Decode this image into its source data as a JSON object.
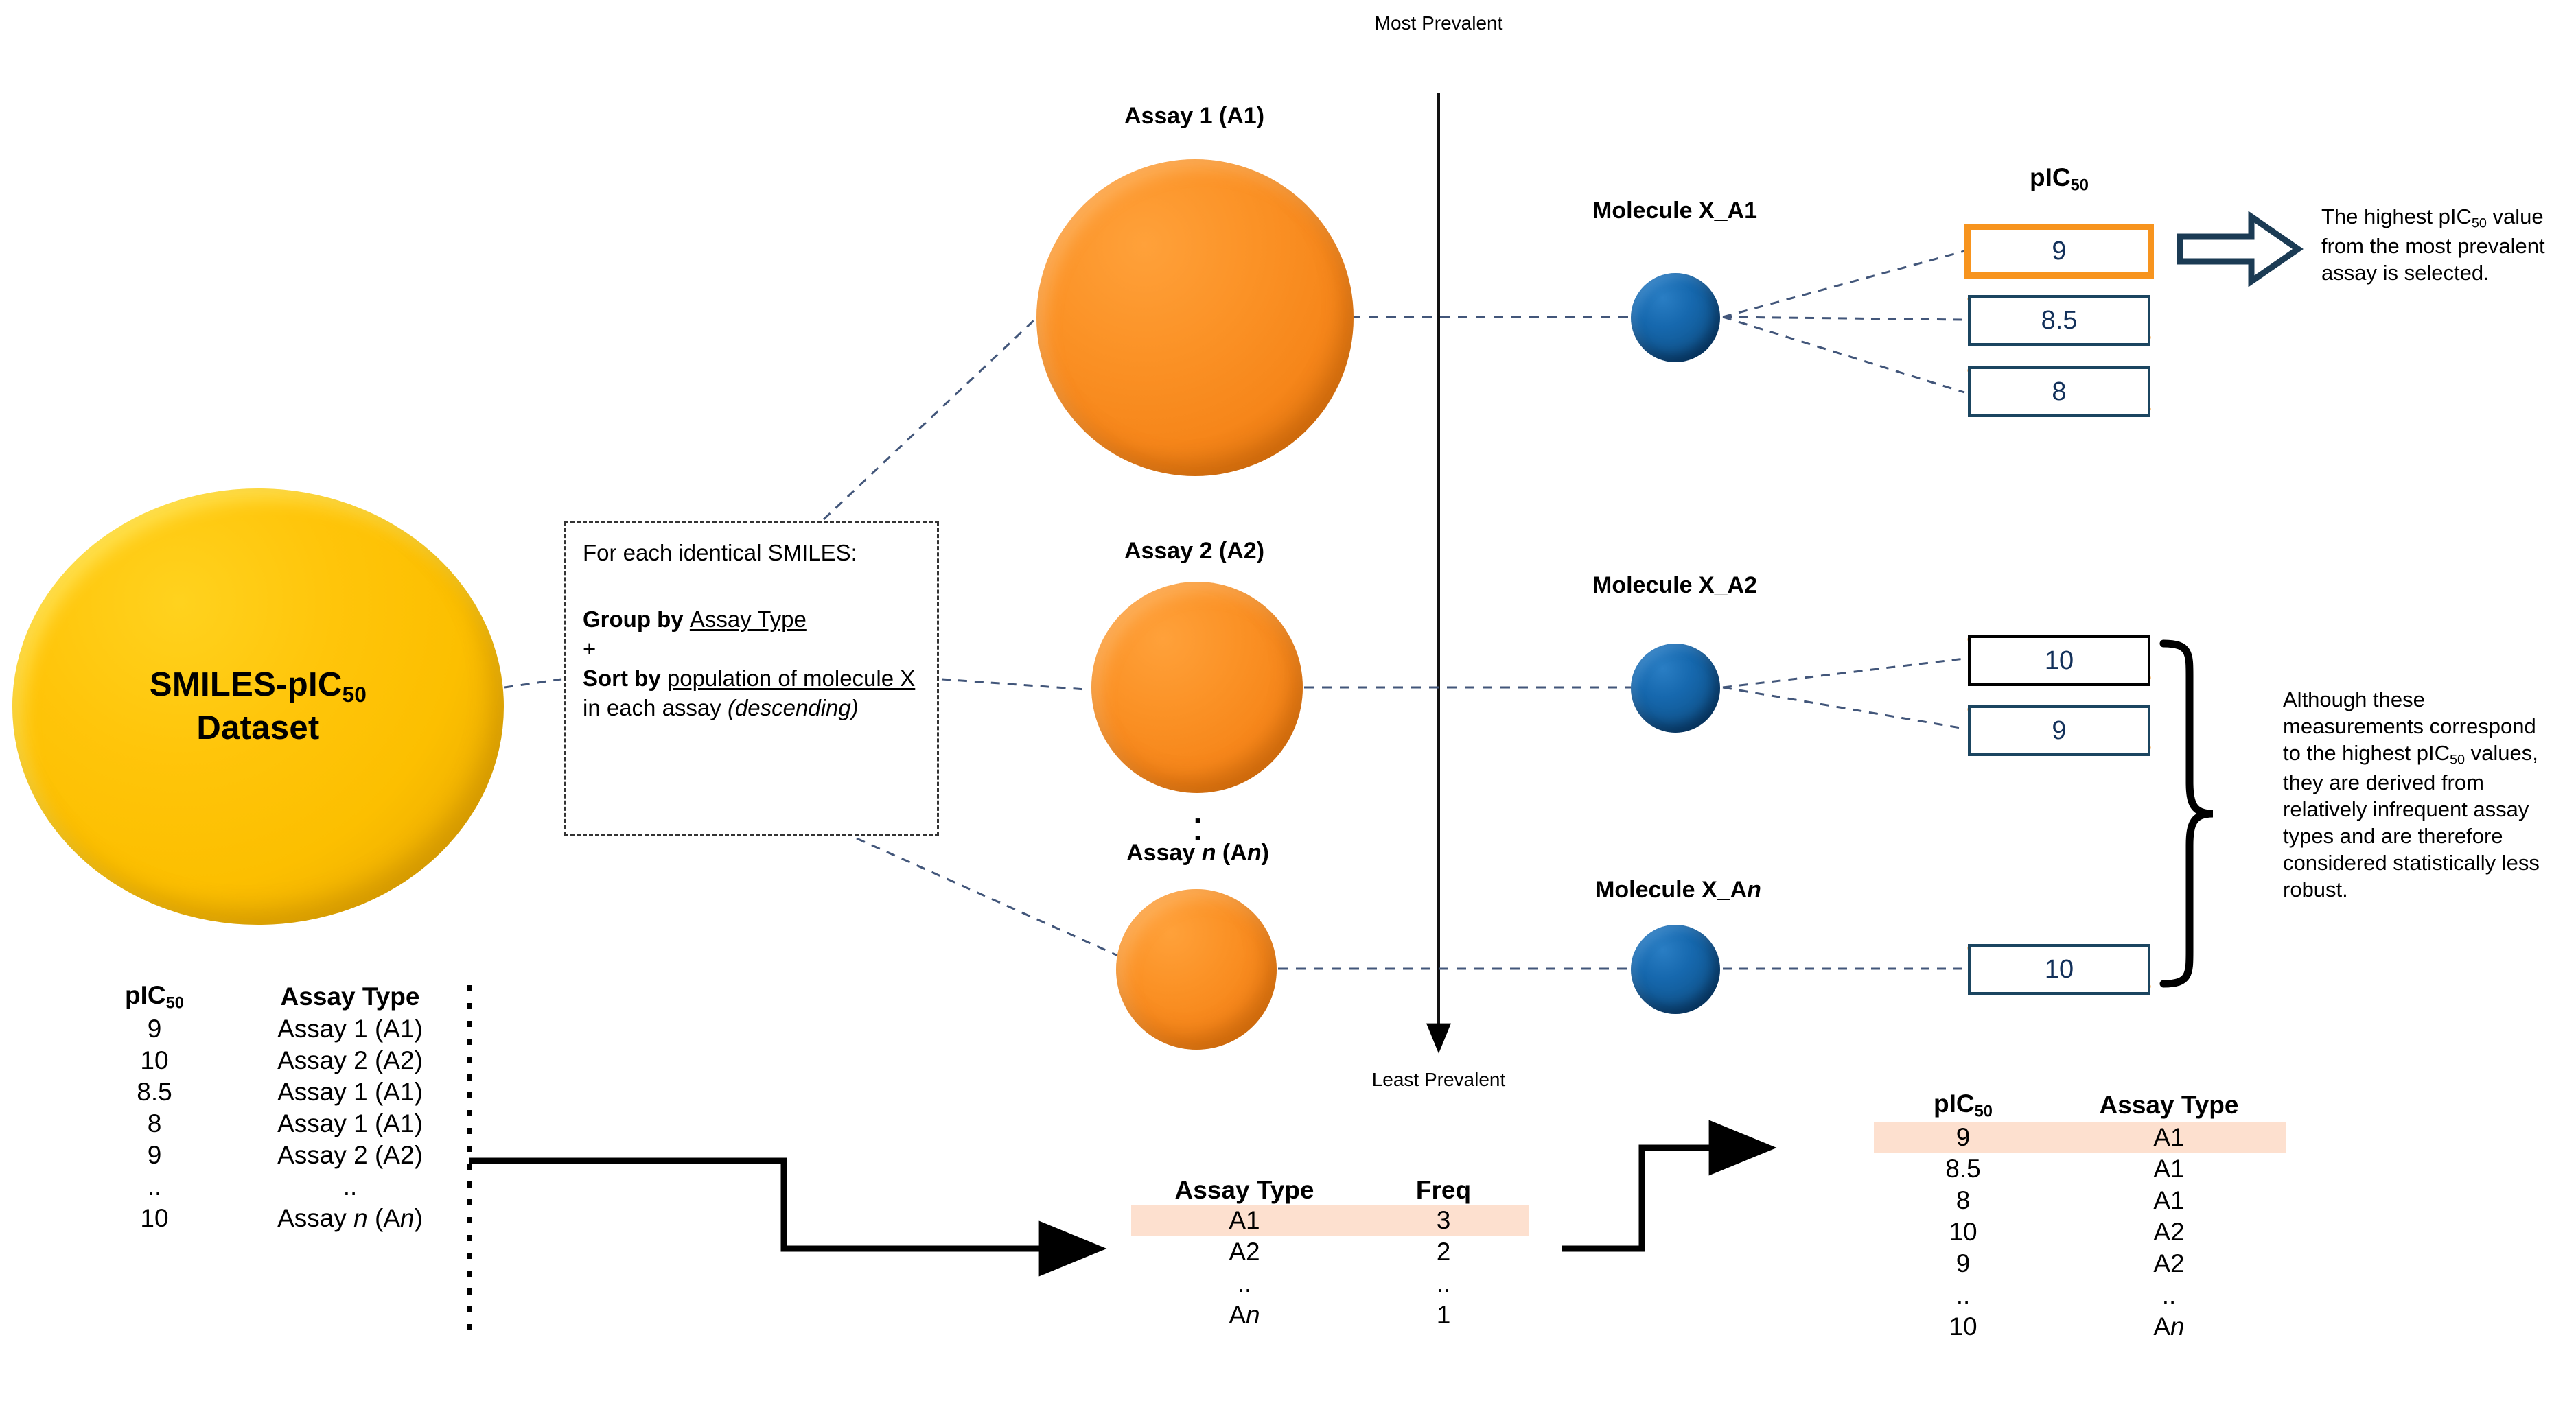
{
  "axis": {
    "top_label": "Most Prevalent",
    "bottom_label": "Least Prevalent"
  },
  "dataset_node": {
    "line1": "SMILES-pIC",
    "sub1": "50",
    "line2": "Dataset"
  },
  "instruction_box": {
    "intro": "For each identical SMILES:",
    "rule1_bold": "Group by ",
    "rule1_underline": "Assay Type",
    "plus": "+",
    "rule2_bold": "Sort by ",
    "rule2_underline_a": "population of molecule X",
    "rule2_rest": " in each assay",
    "rule2_italic": "(descending)"
  },
  "assays": [
    {
      "label_prefix": "Assay ",
      "label_n": "1",
      "label_suffix": " (A1)",
      "n_italic": false
    },
    {
      "label_prefix": "Assay ",
      "label_n": "2",
      "label_suffix": " (A2)",
      "n_italic": false
    },
    {
      "label_prefix": "Assay ",
      "label_n": "n",
      "label_suffix": " (An)",
      "n_italic": true
    }
  ],
  "assay_labels": {
    "a1": "Assay 1 (A1)",
    "a2": "Assay 2 (A2)",
    "an_pre": "Assay ",
    "an_it": "n",
    "an_mid": " (A",
    "an_it2": "n",
    "an_post": ")"
  },
  "molecules": {
    "m1": "Molecule X_A1",
    "m2": "Molecule X_A2",
    "mn_pre": "Molecule X_A",
    "mn_it": "n"
  },
  "pic50_header": {
    "text": "pIC",
    "sub": "50"
  },
  "value_groups": {
    "a1": [
      {
        "value": "9",
        "state": "selected"
      },
      {
        "value": "8.5",
        "state": "struck"
      },
      {
        "value": "8",
        "state": "struck"
      }
    ],
    "a2": [
      {
        "value": "10",
        "state": "struck-black"
      },
      {
        "value": "9",
        "state": "struck"
      }
    ],
    "an": [
      {
        "value": "10",
        "state": "struck"
      }
    ]
  },
  "notes": {
    "selected_note": "The highest pIC50 value from the most prevalent assay is selected.",
    "selected_note_parts": {
      "a": "The highest pIC",
      "sub": "50",
      "b": " value from the most prevalent assay is selected."
    },
    "robust_note_parts": {
      "a": "Although these measurements correspond to the highest pIC",
      "sub": "50",
      "b": " values, they are derived from relatively infrequent assay types and are therefore considered statistically less robust."
    }
  },
  "source_table": {
    "headers": {
      "pic50": "pIC",
      "pic50_sub": "50",
      "assay": "Assay Type"
    },
    "rows": [
      {
        "pic50": "9",
        "assay": "Assay 1 (A1)",
        "italic_n": false
      },
      {
        "pic50": "10",
        "assay": "Assay 2 (A2)",
        "italic_n": false
      },
      {
        "pic50": "8.5",
        "assay": "Assay 1 (A1)",
        "italic_n": false
      },
      {
        "pic50": "8",
        "assay": "Assay 1 (A1)",
        "italic_n": false
      },
      {
        "pic50": "9",
        "assay": "Assay 2 (A2)",
        "italic_n": false
      },
      {
        "pic50": "..",
        "assay": "..",
        "italic_n": false
      },
      {
        "pic50": "10",
        "assay": "Assay n (An)",
        "italic_n": true
      }
    ]
  },
  "freq_table": {
    "headers": {
      "assay": "Assay Type",
      "freq": "Freq"
    },
    "rows": [
      {
        "assay": "A1",
        "freq": "3",
        "highlight": true,
        "italic_n": false
      },
      {
        "assay": "A2",
        "freq": "2",
        "highlight": false,
        "italic_n": false
      },
      {
        "assay": "..",
        "freq": "..",
        "highlight": false,
        "italic_n": false
      },
      {
        "assay": "An",
        "freq": "1",
        "highlight": false,
        "italic_n": true
      }
    ]
  },
  "sorted_table": {
    "headers": {
      "pic50": "pIC",
      "pic50_sub": "50",
      "assay": "Assay Type"
    },
    "rows": [
      {
        "pic50": "9",
        "assay": "A1",
        "highlight": true,
        "italic_n": false
      },
      {
        "pic50": "8.5",
        "assay": "A1",
        "highlight": false,
        "italic_n": false
      },
      {
        "pic50": "8",
        "assay": "A1",
        "highlight": false,
        "italic_n": false
      },
      {
        "pic50": "10",
        "assay": "A2",
        "highlight": false,
        "italic_n": false
      },
      {
        "pic50": "9",
        "assay": "A2",
        "highlight": false,
        "italic_n": false
      },
      {
        "pic50": "..",
        "assay": "..",
        "highlight": false,
        "italic_n": false
      },
      {
        "pic50": "10",
        "assay": "An",
        "highlight": false,
        "italic_n": true
      }
    ]
  },
  "colors": {
    "orange": "#f7941e",
    "navy": "#1b4560",
    "yellow": "#fcbf00",
    "blue": "#12588f",
    "highlight": "#fde0cf",
    "value_text": "#12305a"
  }
}
